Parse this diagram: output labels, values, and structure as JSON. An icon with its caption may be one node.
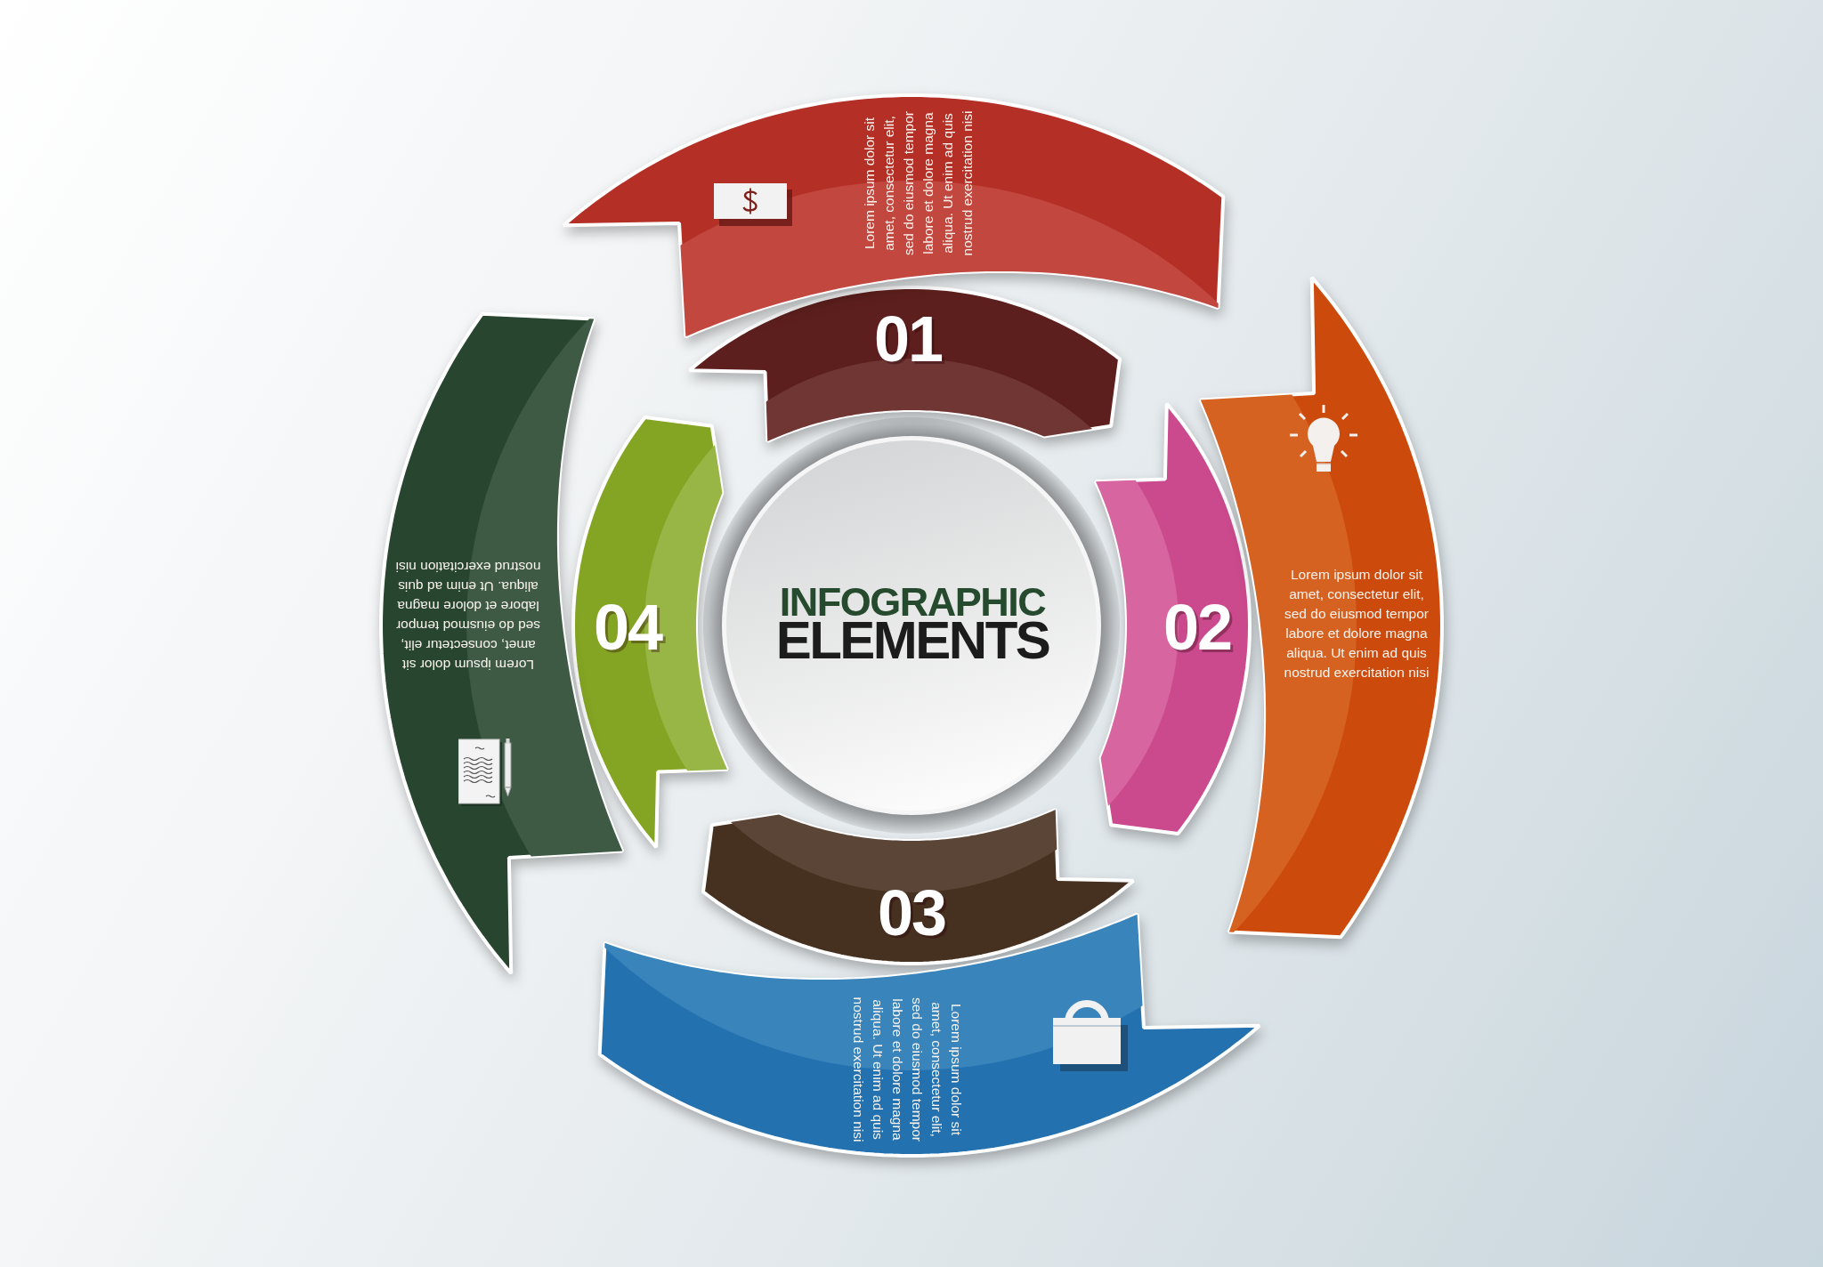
{
  "diagram": {
    "nodes": [
      {
        "text": [
          "INFOGRAPHIC",
          "ELEMENTS"
        ]
      },
      {
        "text": [
          "01"
        ]
      },
      {
        "text": [
          "Lorem ipsum dolor sit amet, consectetur elit, sed do eiusmod tempor labore et dolore magna aliqua. Ut enim ad quis nostrud exercitation nisi"
        ]
      },
      {
        "text": [
          "02"
        ]
      },
      {
        "text": [
          "Lorem ipsum dolor sit amet, consectetur elit, sed do eiusmod tempor labore et dolore magna aliqua. Ut enim ad quis nostrud exercitation nisi"
        ]
      },
      {
        "text": [
          "03"
        ]
      },
      {
        "text": [
          "Lorem ipsum dolor sit amet, consectetur elit, sed do eiusmod tempor labore et dolore magna aliqua. Ut enim ad quis nostrud exercitation nisi"
        ]
      },
      {
        "text": [
          "04"
        ]
      },
      {
        "text": [
          "Lorem ipsum dolor sit amet, consectetur elit, sed do eiusmod tempor labore et dolore magna aliqua. Ut enim ad quis nostrud exercitation nisi"
        ]
      }
    ]
  }
}
